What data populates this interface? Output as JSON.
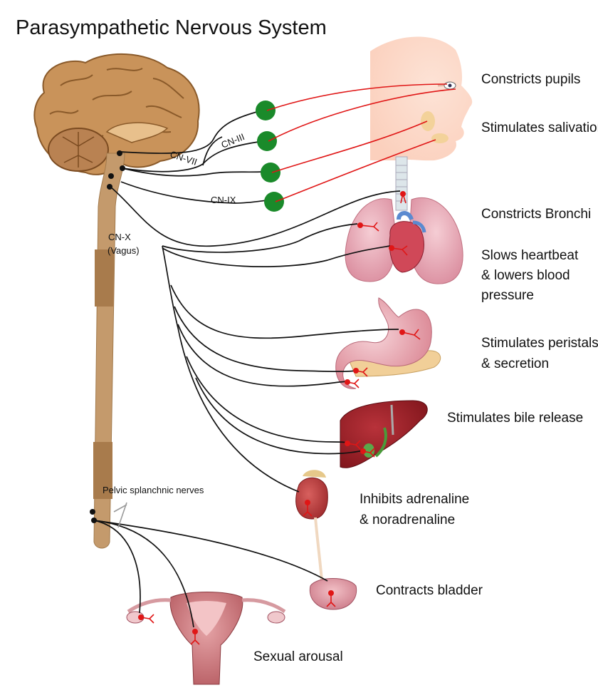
{
  "title": "Parasympathetic Nervous System",
  "nerves": {
    "cn3": "CN-III",
    "cn7": "CN-VII",
    "cn9": "CN-IX",
    "cn10_line1": "CN-X",
    "cn10_line2": "(Vagus)",
    "pelvic": "Pelvic splanchnic nerves"
  },
  "effects": {
    "pupils": "Constricts pupils",
    "salivation": "Stimulates salivation",
    "bronchi": "Constricts Bronchi",
    "heart_line1": "Slows heartbeat",
    "heart_line2": "& lowers blood",
    "heart_line3": "pressure",
    "peristalsis_line1": "Stimulates peristalsis",
    "peristalsis_line2": "& secretion",
    "bile": "Stimulates bile release",
    "adrenal_line1": "Inhibits adrenaline",
    "adrenal_line2": "& noradrenaline",
    "bladder": "Contracts bladder",
    "sexual": "Sexual arousal"
  },
  "colors": {
    "ganglion": "#1a8a2a",
    "postganglionic_fiber": "#e01616",
    "preganglionic_fiber": "#111111",
    "brain": "#c9935a",
    "spinal_cord": "#c49a6c"
  }
}
